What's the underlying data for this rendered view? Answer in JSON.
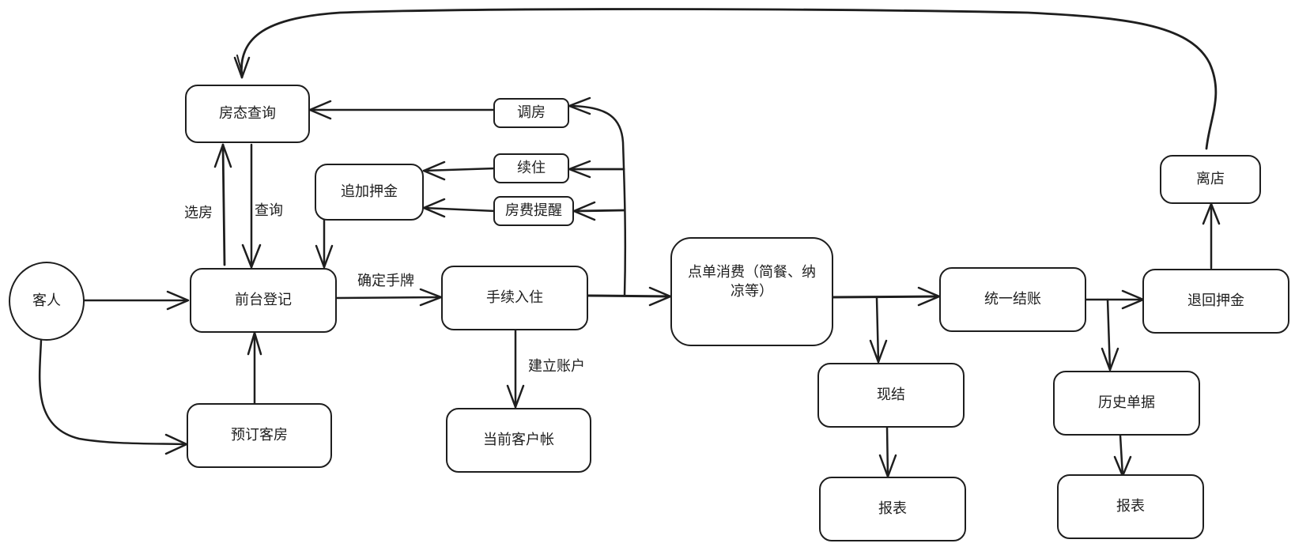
{
  "diagram": {
    "nodes": {
      "guest": "客人",
      "front_desk": "前台登记",
      "room_status": "房态查询",
      "reserve": "预订客房",
      "add_deposit": "追加押金",
      "change_room": "调房",
      "extend_stay": "续住",
      "fee_reminder": "房费提醒",
      "check_in": "手续入住",
      "current_account": "当前客户帐",
      "consumption": "点单消费（简餐、纳凉等）",
      "unified_checkout": "统一结账",
      "cash_settle": "现结",
      "report_1": "报表",
      "refund_deposit": "退回押金",
      "history_bills": "历史单据",
      "report_2": "报表",
      "leave": "离店"
    },
    "edge_labels": {
      "select_room": "选房",
      "query": "查询",
      "confirm_tag": "确定手牌",
      "create_account": "建立账户"
    },
    "edges": [
      {
        "from": "guest",
        "to": "front_desk",
        "label": ""
      },
      {
        "from": "guest",
        "to": "reserve",
        "label": ""
      },
      {
        "from": "reserve",
        "to": "front_desk",
        "label": ""
      },
      {
        "from": "front_desk",
        "to": "room_status",
        "label": "选房"
      },
      {
        "from": "room_status",
        "to": "front_desk",
        "label": "查询"
      },
      {
        "from": "add_deposit",
        "to": "front_desk",
        "label": ""
      },
      {
        "from": "front_desk",
        "to": "check_in",
        "label": "确定手牌"
      },
      {
        "from": "check_in",
        "to": "current_account",
        "label": "建立账户"
      },
      {
        "from": "check_in",
        "to": "consumption",
        "label": ""
      },
      {
        "from": "check_in",
        "to": "change_room",
        "label": ""
      },
      {
        "from": "check_in",
        "to": "extend_stay",
        "label": ""
      },
      {
        "from": "check_in",
        "to": "fee_reminder",
        "label": ""
      },
      {
        "from": "change_room",
        "to": "room_status",
        "label": ""
      },
      {
        "from": "extend_stay",
        "to": "add_deposit",
        "label": ""
      },
      {
        "from": "fee_reminder",
        "to": "add_deposit",
        "label": ""
      },
      {
        "from": "consumption",
        "to": "unified_checkout",
        "label": ""
      },
      {
        "from": "consumption",
        "to": "cash_settle",
        "label": ""
      },
      {
        "from": "cash_settle",
        "to": "report_1",
        "label": ""
      },
      {
        "from": "unified_checkout",
        "to": "refund_deposit",
        "label": ""
      },
      {
        "from": "unified_checkout",
        "to": "history_bills",
        "label": ""
      },
      {
        "from": "history_bills",
        "to": "report_2",
        "label": ""
      },
      {
        "from": "refund_deposit",
        "to": "leave",
        "label": ""
      },
      {
        "from": "leave",
        "to": "room_status",
        "label": ""
      }
    ]
  }
}
